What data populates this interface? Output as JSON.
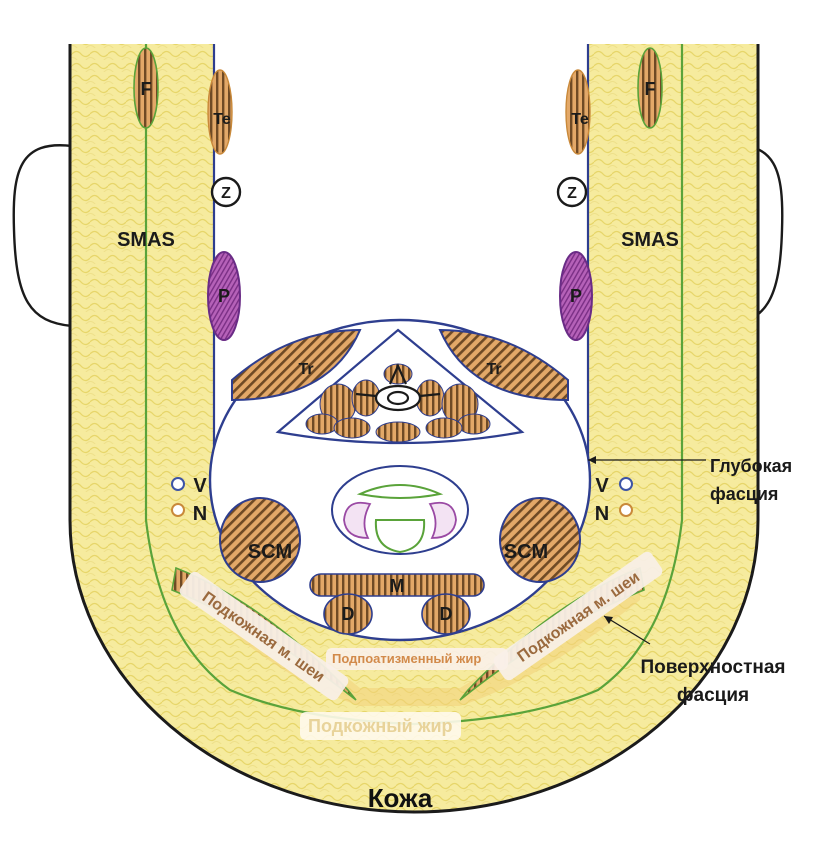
{
  "labels": {
    "F": "F",
    "Te": "Te",
    "Z": "Z",
    "SMAS": "SMAS",
    "P": "P",
    "Tr": "Tr",
    "V": "V",
    "N": "N",
    "SCM": "SCM",
    "M": "M",
    "D": "D"
  },
  "annotations": {
    "deep_fascia_line1": "Глубокая",
    "deep_fascia_line2": "фасция",
    "superficial_fascia_line1": "Поверхностная",
    "superficial_fascia_line2": "фасция",
    "platysma": "Подкожная м. шеи",
    "subplatysmal_fat": "Подпоатизменный жир",
    "subcutaneous_fat": "Подкожный жир",
    "skin": "Кожа"
  },
  "colors": {
    "fat_yellow": "#f6eb9e",
    "fat_texture": "#e9da6e",
    "muscle_fill": "#d99a55",
    "muscle_stripe": "#6f4a25",
    "fascia_green": "#5aa33a",
    "deep_fascia_blue": "#2e3e8f",
    "parotid_purple": "#9a4aa4",
    "vein_blue": "#3d54a6",
    "nerve_orange": "#c9893a"
  }
}
